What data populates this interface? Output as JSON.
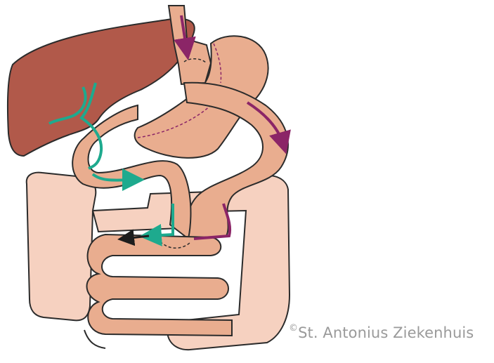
{
  "credit": {
    "symbol": "©",
    "text": "St. Antonius Ziekenhuis"
  },
  "colors": {
    "liver": "#b1594a",
    "stomach_intestine": "#e9ad8f",
    "colon": "#f6d1c0",
    "outline": "#2b2b2b",
    "food_arrow": "#8b2567",
    "bile_arrow": "#1eaa8e",
    "mixed_arrow": "#1d1d1d",
    "credit_text": "#9a9a9a"
  },
  "icons": [
    "liver-shape",
    "stomach-pouch-shape",
    "bypassed-stomach-shape",
    "small-intestine-shape",
    "colon-shape",
    "bile-duct-icon",
    "food-flow-arrow-icon",
    "bile-flow-arrow-icon",
    "combined-flow-arrow-icon"
  ]
}
